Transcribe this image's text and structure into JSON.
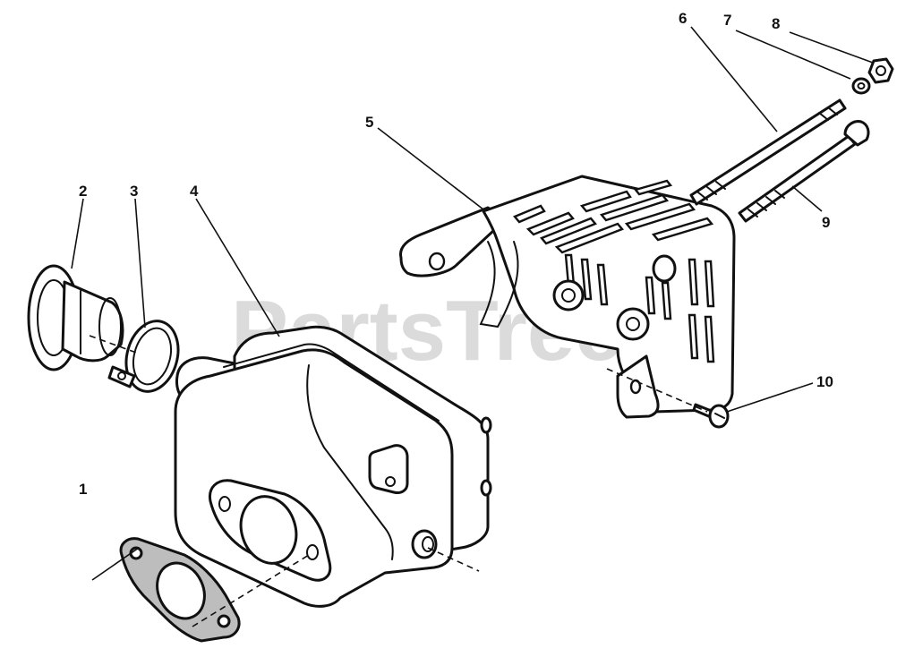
{
  "watermark": "PartsTree",
  "callouts": [
    {
      "id": "1",
      "label": "1"
    },
    {
      "id": "2",
      "label": "2"
    },
    {
      "id": "3",
      "label": "3"
    },
    {
      "id": "4",
      "label": "4"
    },
    {
      "id": "5",
      "label": "5"
    },
    {
      "id": "6",
      "label": "6"
    },
    {
      "id": "7",
      "label": "7"
    },
    {
      "id": "8",
      "label": "8"
    },
    {
      "id": "9",
      "label": "9"
    },
    {
      "id": "10",
      "label": "10"
    }
  ],
  "colors": {
    "line": "#111111",
    "watermark": "#cfcfcf",
    "gasket_fill": "#bdbdbd"
  }
}
